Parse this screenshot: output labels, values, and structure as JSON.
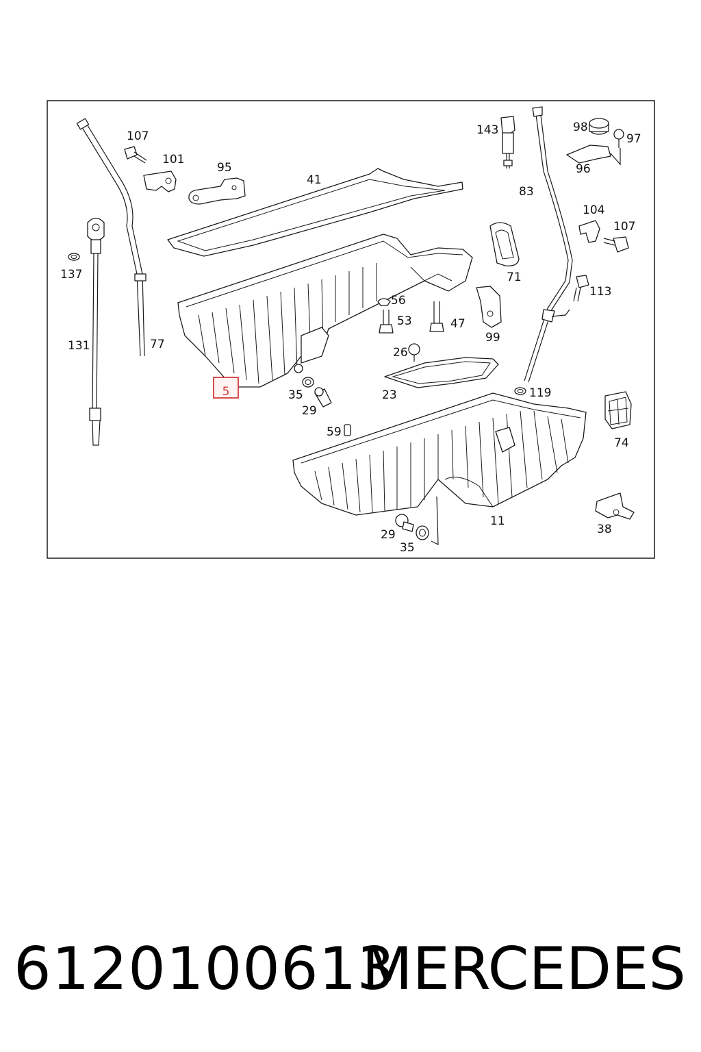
{
  "diagram": {
    "highlighted_label": "5",
    "labels": [
      "107",
      "101",
      "95",
      "41",
      "143",
      "98",
      "97",
      "96",
      "83",
      "104",
      "107",
      "137",
      "131",
      "77",
      "71",
      "113",
      "56",
      "53",
      "47",
      "99",
      "26",
      "23",
      "119",
      "35",
      "29",
      "74",
      "59",
      "11",
      "29",
      "35",
      "38"
    ]
  },
  "footer": {
    "part_number": "6120100613",
    "brand": "MERCEDES"
  },
  "colors": {
    "highlight": "#d43a3a",
    "line": "#1a1a1a",
    "background": "#ffffff"
  }
}
